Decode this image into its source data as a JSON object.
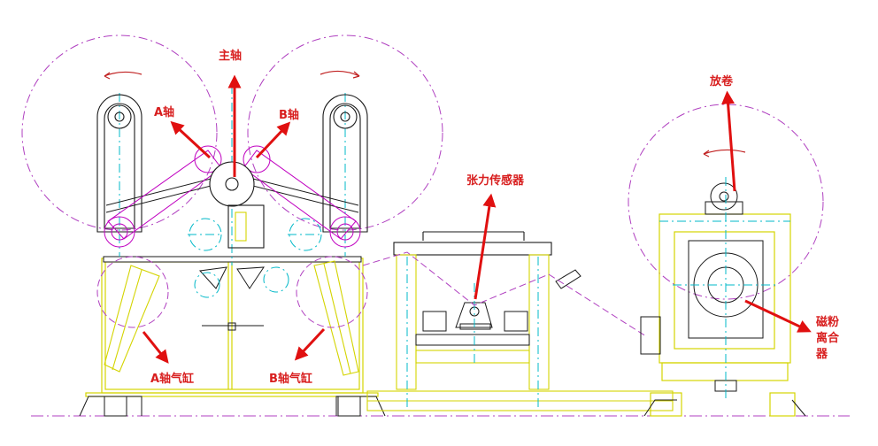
{
  "labels": {
    "main_shaft": "主轴",
    "a_shaft": "A轴",
    "b_shaft": "B轴",
    "tension_sensor": "张力传感器",
    "unwind": "放卷",
    "clutch_line1": "磁粉",
    "clutch_line2": "离合",
    "clutch_line3": "器",
    "a_cylinder": "A轴气缸",
    "b_cylinder": "B轴气缸"
  },
  "colors": {
    "frame": "#d4d400",
    "detail": "#1a1a1a",
    "centerline": "#00b8c8",
    "roll_circle": "#b040c0",
    "pivot": "#c000c0",
    "arrow": "#e01010",
    "label": "#d81e1e"
  }
}
